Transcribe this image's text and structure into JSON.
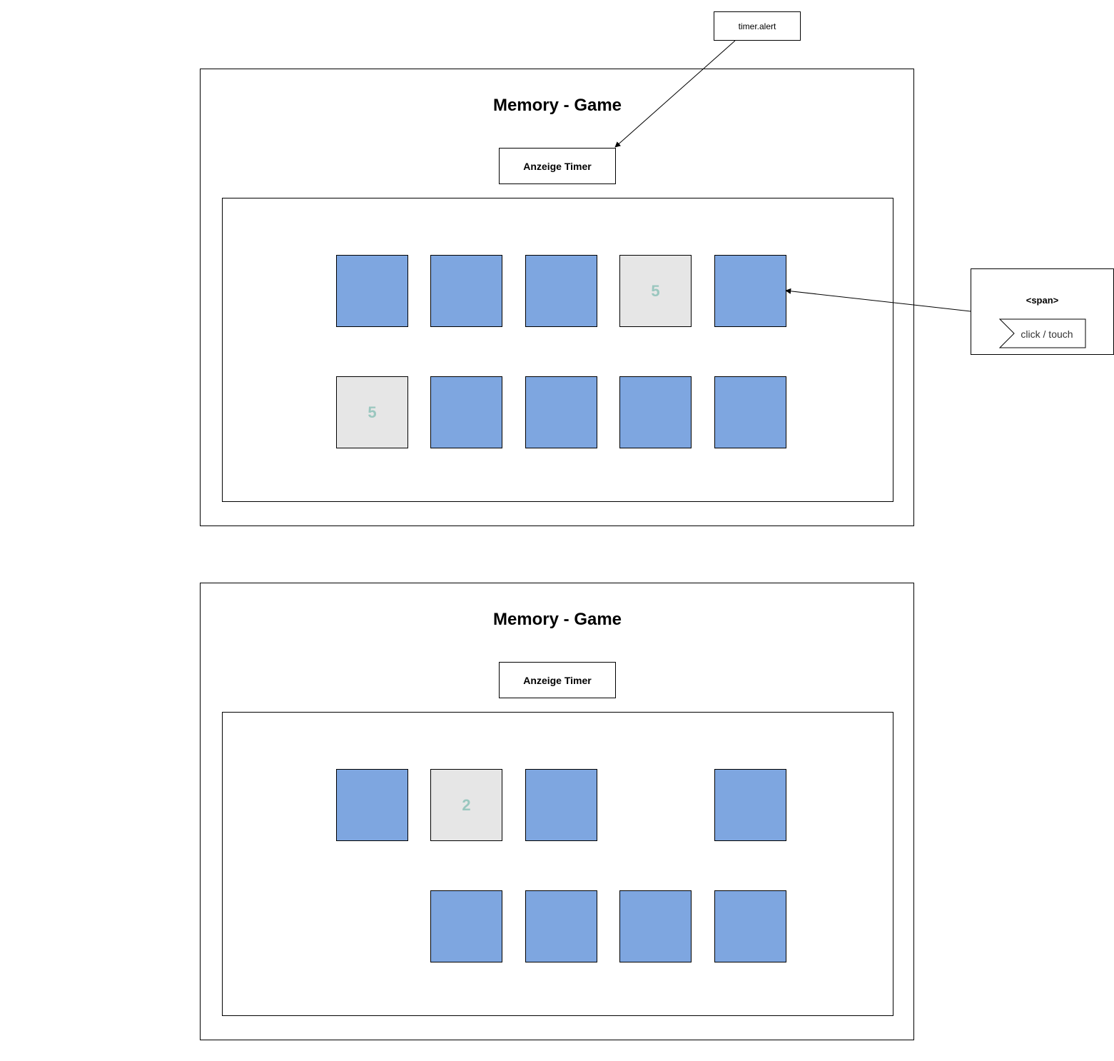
{
  "annotations": {
    "timer_alert_label": "timer.alert",
    "span_tag_label": "<span>",
    "event_label": "click / touch"
  },
  "colors": {
    "card_hidden": "#7ea6e0",
    "card_revealed": "#e6e6e6",
    "card_number": "#9ac7bf"
  },
  "screens": [
    {
      "title": "Memory - Game",
      "timer_label": "Anzeige Timer",
      "rows": [
        [
          {
            "state": "hidden",
            "value": ""
          },
          {
            "state": "hidden",
            "value": ""
          },
          {
            "state": "hidden",
            "value": ""
          },
          {
            "state": "revealed",
            "value": "5"
          },
          {
            "state": "hidden",
            "value": ""
          }
        ],
        [
          {
            "state": "revealed",
            "value": "5"
          },
          {
            "state": "hidden",
            "value": ""
          },
          {
            "state": "hidden",
            "value": ""
          },
          {
            "state": "hidden",
            "value": ""
          },
          {
            "state": "hidden",
            "value": ""
          }
        ]
      ]
    },
    {
      "title": "Memory - Game",
      "timer_label": "Anzeige Timer",
      "rows": [
        [
          {
            "state": "hidden",
            "value": ""
          },
          {
            "state": "revealed",
            "value": "2"
          },
          {
            "state": "hidden",
            "value": ""
          },
          {
            "state": "removed",
            "value": ""
          },
          {
            "state": "hidden",
            "value": ""
          }
        ],
        [
          {
            "state": "removed",
            "value": ""
          },
          {
            "state": "hidden",
            "value": ""
          },
          {
            "state": "hidden",
            "value": ""
          },
          {
            "state": "hidden",
            "value": ""
          },
          {
            "state": "hidden",
            "value": ""
          }
        ]
      ]
    }
  ]
}
